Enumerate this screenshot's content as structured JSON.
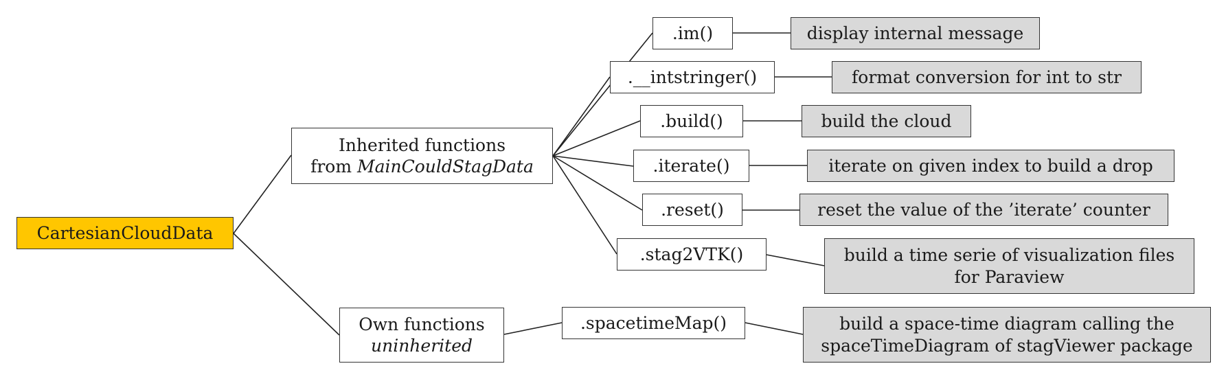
{
  "root": {
    "label": "CartesianCloudData",
    "color": "#ffc600"
  },
  "inherited": {
    "line1": "Inherited functions",
    "line2_prefix": "from ",
    "line2_class": "MainCouldStagData",
    "methods": [
      {
        "name": ".im()",
        "description": "display internal message"
      },
      {
        "name": ".__intstringer()",
        "description": "format conversion for int to str"
      },
      {
        "name": ".build()",
        "description": "build the cloud"
      },
      {
        "name": ".iterate()",
        "description": "iterate on given index to build a drop"
      },
      {
        "name": ".reset()",
        "description": "reset the value of the ’iterate’ counter"
      },
      {
        "name": ".stag2VTK()",
        "description_line1": "build a time serie of visualization files",
        "description_line2": "for Paraview"
      }
    ]
  },
  "own": {
    "line1": "Own functions",
    "line2": "uninherited",
    "method": {
      "name": ".spacetimeMap()",
      "description_line1": "build a space-time diagram calling the",
      "description_line2": "spaceTimeDiagram of stagViewer package"
    }
  },
  "colors": {
    "description_fill": "#d9d9d9",
    "border": "#333333"
  }
}
